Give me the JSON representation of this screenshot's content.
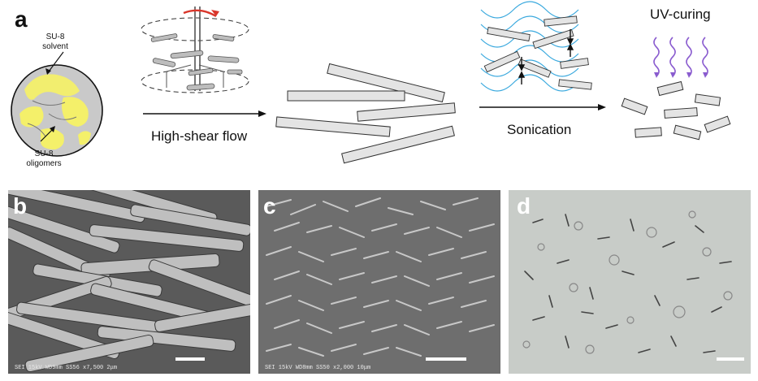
{
  "panel_a": {
    "letter": "a",
    "droplet_solvent_label": "SU-8 solvent",
    "droplet_oligomer_label": "SU-8 oligomers",
    "step1_label": "High-shear flow",
    "step2_label": "Sonication",
    "step3_label": "UV-curing"
  },
  "panel_b": {
    "letter": "b",
    "footer": "SEI   15kV   WD9mm   SS56          x7,500     2μm"
  },
  "panel_c": {
    "letter": "c",
    "footer": "SEI   15kV   WD8mm   SS50          x2,000    10μm"
  },
  "panel_d": {
    "letter": "d"
  },
  "colors": {
    "droplet_fill": "#c9c9c9",
    "droplet_yellow": "#f4f06a",
    "rotation_arrow": "#d9362b",
    "flow_lines": "#3aa9de",
    "uv_rays": "#8a5ccf",
    "sem_background": "#5a5a5a",
    "optical_background": "#c8ccc8"
  }
}
